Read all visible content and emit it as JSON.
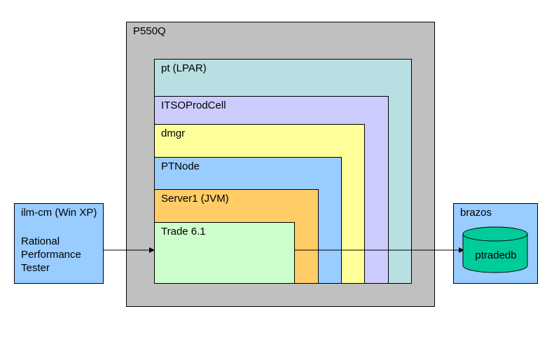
{
  "nodes": {
    "p550q": {
      "label": "P550Q",
      "color": "#c0c0c0"
    },
    "lpar": {
      "label": "pt (LPAR)",
      "color": "#b8dfe1"
    },
    "cell": {
      "label": "ITSOProdCell",
      "color": "#ccccff"
    },
    "dmgr": {
      "label": "dmgr",
      "color": "#ffff99"
    },
    "ptnode": {
      "label": "PTNode",
      "color": "#99ccff"
    },
    "server": {
      "label": "Server1 (JVM)",
      "color": "#ffcc66"
    },
    "trade": {
      "label": "Trade 6.1",
      "color": "#ccffcc"
    },
    "client": {
      "label": "ilm-cm (Win XP)",
      "description_lines": [
        "Rational",
        "Performance",
        "Tester"
      ],
      "color": "#99ccff"
    },
    "brazos": {
      "label": "brazos",
      "color": "#99ccff"
    },
    "database": {
      "label": "ptradedb",
      "shape": "cylinder",
      "color": "#00cc99"
    }
  },
  "edges": [
    {
      "from": "client",
      "to": "trade"
    },
    {
      "from": "trade",
      "to": "database"
    }
  ]
}
